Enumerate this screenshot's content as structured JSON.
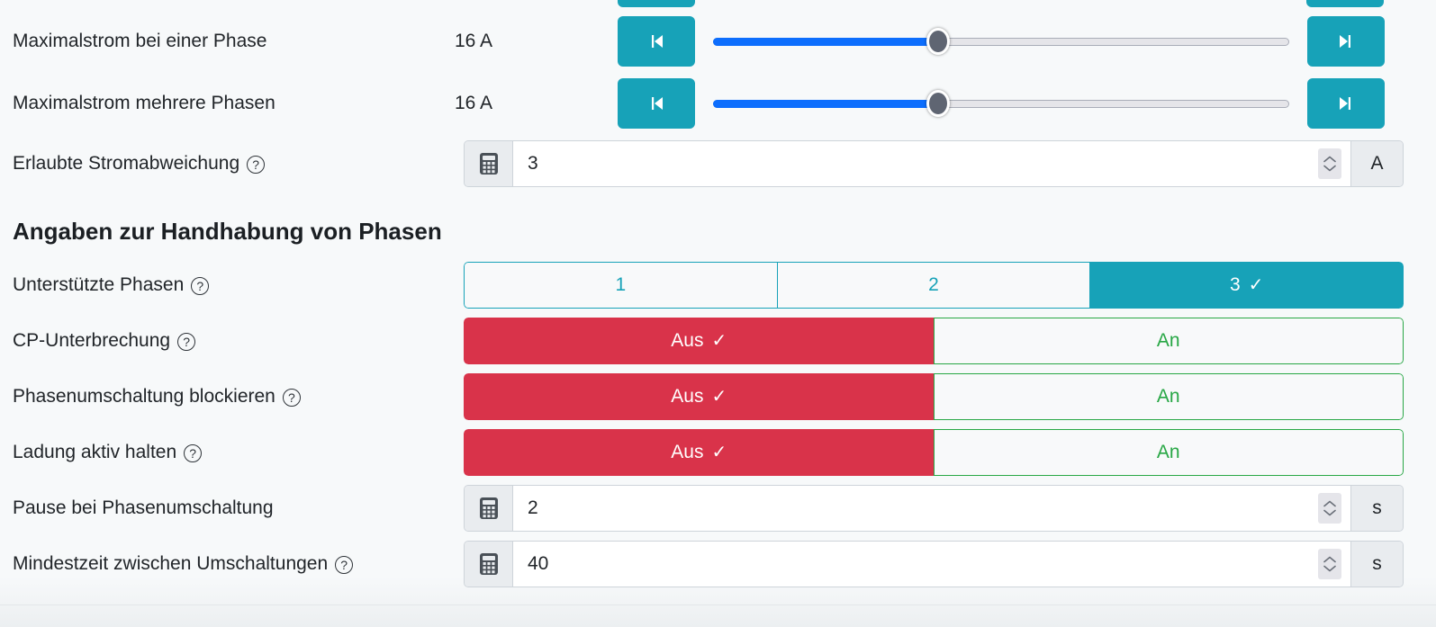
{
  "theme": {
    "teal": "#17a2b8",
    "red": "#d9334a",
    "green": "#28a745",
    "slider_fill": "#0d6efd",
    "slider_thumb": "#5f6572",
    "page_bg": "#f7f9fa"
  },
  "current_settings": {
    "rows": [
      {
        "label": "Maximalstrom bei einer Phase",
        "has_help": false,
        "value_text": "16 A",
        "slider": {
          "percent": 39,
          "min_icon": "skip-to-start-icon",
          "max_icon": "skip-to-end-icon"
        }
      },
      {
        "label": "Maximalstrom mehrere Phasen",
        "has_help": false,
        "value_text": "16 A",
        "slider": {
          "percent": 39,
          "min_icon": "skip-to-start-icon",
          "max_icon": "skip-to-end-icon"
        }
      }
    ],
    "deviation": {
      "label": "Erlaubte Stromabweichung",
      "has_help": true,
      "prefix_icon": "calculator-icon",
      "value": "3",
      "placeholder": "",
      "unit": "A"
    }
  },
  "phase_section": {
    "title": "Angaben zur Handhabung von Phasen",
    "supported_phases": {
      "label": "Unterstützte Phasen",
      "has_help": true,
      "options": [
        "1",
        "2",
        "3"
      ],
      "selected": "3"
    },
    "toggles": [
      {
        "label": "CP-Unterbrechung",
        "has_help": true,
        "off_label": "Aus",
        "on_label": "An",
        "selected": "Aus"
      },
      {
        "label": "Phasenumschaltung blockieren",
        "has_help": true,
        "off_label": "Aus",
        "on_label": "An",
        "selected": "Aus"
      },
      {
        "label": "Ladung aktiv halten",
        "has_help": true,
        "off_label": "Aus",
        "on_label": "An",
        "selected": "Aus"
      }
    ],
    "numeric_fields": [
      {
        "label": "Pause bei Phasenumschaltung",
        "has_help": false,
        "prefix_icon": "calculator-icon",
        "value": "2",
        "placeholder": "",
        "unit": "s"
      },
      {
        "label": "Mindestzeit zwischen Umschaltungen",
        "has_help": true,
        "prefix_icon": "calculator-icon",
        "value": "40",
        "placeholder": "",
        "unit": "s"
      }
    ]
  },
  "icons": {
    "help": "?",
    "check": "✓"
  }
}
